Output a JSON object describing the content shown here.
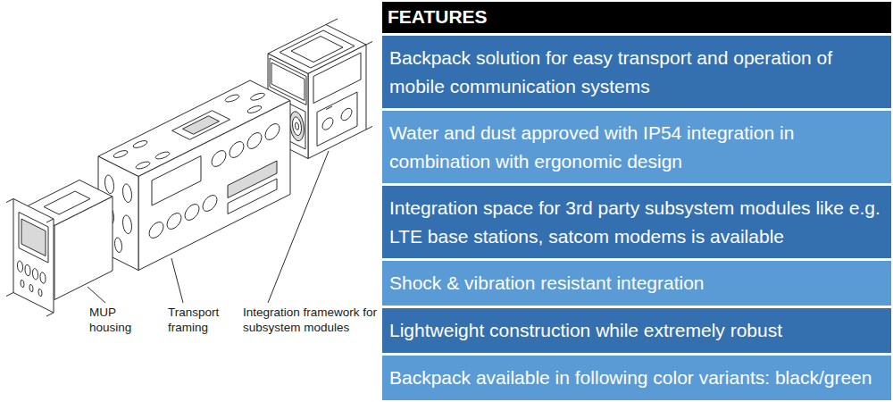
{
  "diagram": {
    "nodes": [
      {
        "text": [
          "FEATURES"
        ]
      },
      {
        "text": [
          "Backpack solution for easy transport and operation of mobile communication systems"
        ]
      },
      {
        "text": [
          "Water and dust approved with IP54 integration in combination with ergonomic design"
        ]
      },
      {
        "text": [
          "Integration space for 3rd party subsystem modules like e.g. LTE base stations, satcom modems is available"
        ]
      },
      {
        "text": [
          "Shock & vibration resistant integration"
        ]
      },
      {
        "text": [
          "Lightweight construction while extremely robust"
        ]
      },
      {
        "text": [
          "Backpack available in following color variants: black/green"
        ]
      }
    ],
    "labels": [
      "MUP housing",
      "Transport framing",
      "Integration framework for subsystem modules"
    ]
  }
}
